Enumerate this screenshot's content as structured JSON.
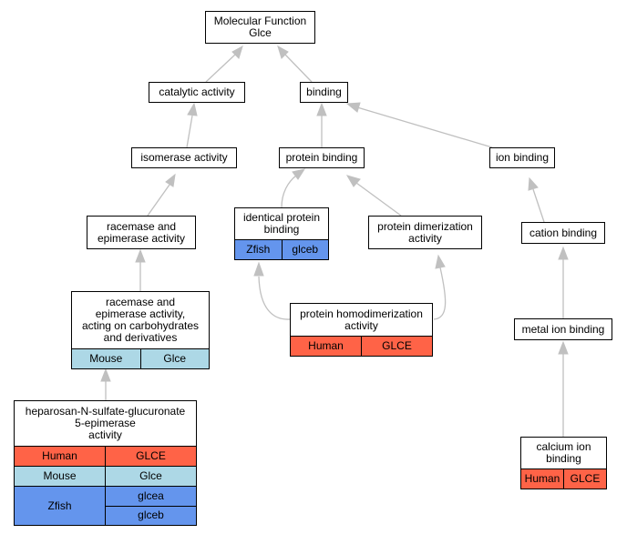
{
  "colors": {
    "edge": "#c0c0c0",
    "Human": "#ff6347",
    "Mouse": "#add8e6",
    "Zfish": "#6495ed"
  },
  "nodes": {
    "mf": {
      "label": "Molecular Function\nGlce",
      "annotations": []
    },
    "cat": {
      "label": "catalytic activity",
      "annotations": []
    },
    "bind": {
      "label": "binding",
      "annotations": []
    },
    "iso": {
      "label": "isomerase activity",
      "annotations": []
    },
    "prot": {
      "label": "protein binding",
      "annotations": []
    },
    "ion": {
      "label": "ion binding",
      "annotations": []
    },
    "race": {
      "label": "racemase and\nepimerase activity",
      "annotations": []
    },
    "ident": {
      "label": "identical protein\nbinding",
      "annotations": [
        {
          "species": "Zfish",
          "genes": [
            "glceb"
          ]
        }
      ]
    },
    "dimer": {
      "label": "protein dimerization\nactivity",
      "annotations": []
    },
    "cation": {
      "label": "cation binding",
      "annotations": []
    },
    "racecarb": {
      "label": "racemase and\nepimerase activity,\nacting on carbohydrates\nand derivatives",
      "annotations": [
        {
          "species": "Mouse",
          "genes": [
            "Glce"
          ]
        }
      ]
    },
    "homo": {
      "label": "protein homodimerization\nactivity",
      "annotations": [
        {
          "species": "Human",
          "genes": [
            "GLCE"
          ]
        }
      ]
    },
    "metal": {
      "label": "metal ion binding",
      "annotations": []
    },
    "hep": {
      "label": "heparosan-N-sulfate-glucuronate\n5-epimerase\nactivity",
      "annotations": [
        {
          "species": "Human",
          "genes": [
            "GLCE"
          ]
        },
        {
          "species": "Mouse",
          "genes": [
            "Glce"
          ]
        },
        {
          "species": "Zfish",
          "genes": [
            "glcea",
            "glceb"
          ]
        }
      ]
    },
    "calc": {
      "label": "calcium ion\nbinding",
      "annotations": [
        {
          "species": "Human",
          "genes": [
            "GLCE"
          ]
        }
      ]
    }
  }
}
